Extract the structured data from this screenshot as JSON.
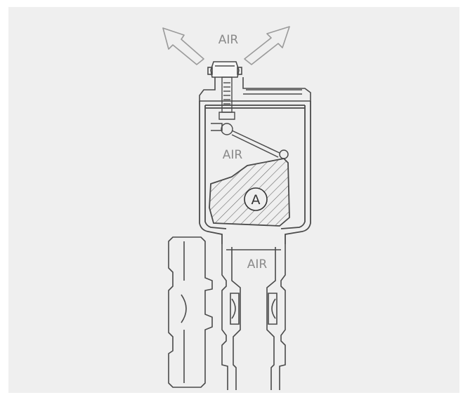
{
  "diagram": {
    "labels": {
      "air_top": "AIR",
      "air_chamber": "AIR",
      "air_stem": "AIR",
      "float_marker": "A"
    },
    "colors": {
      "background": "#efefef",
      "outline": "#4a4a4a",
      "label": "#8a8a8a",
      "arrow": "#9a9a9a"
    }
  }
}
